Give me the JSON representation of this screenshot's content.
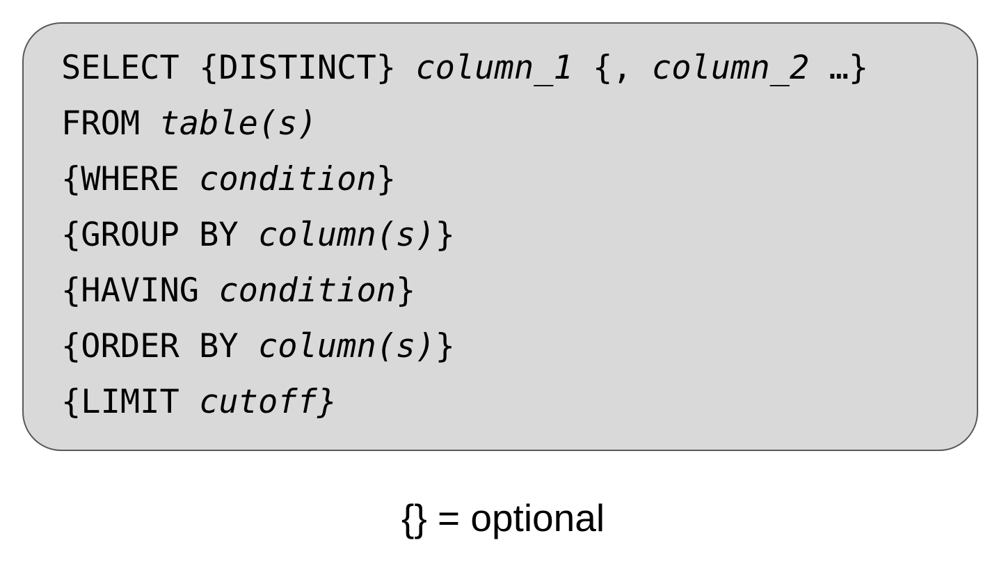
{
  "syntax": {
    "lines": [
      [
        {
          "text": "SELECT {DISTINCT} ",
          "italic": false
        },
        {
          "text": "column_1",
          "italic": true
        },
        {
          "text": " {, ",
          "italic": false
        },
        {
          "text": "column_2",
          "italic": true
        },
        {
          "text": " …}",
          "italic": false
        }
      ],
      [
        {
          "text": "FROM ",
          "italic": false
        },
        {
          "text": "table(s)",
          "italic": true
        }
      ],
      [
        {
          "text": "{WHERE ",
          "italic": false
        },
        {
          "text": "condition",
          "italic": true
        },
        {
          "text": "}",
          "italic": false
        }
      ],
      [
        {
          "text": "{GROUP BY ",
          "italic": false
        },
        {
          "text": "column(s)",
          "italic": true
        },
        {
          "text": "}",
          "italic": false
        }
      ],
      [
        {
          "text": "{HAVING ",
          "italic": false
        },
        {
          "text": "condition",
          "italic": true
        },
        {
          "text": "}",
          "italic": false
        }
      ],
      [
        {
          "text": "{ORDER BY ",
          "italic": false
        },
        {
          "text": "column(s)",
          "italic": true
        },
        {
          "text": "}",
          "italic": false
        }
      ],
      [
        {
          "text": "{LIMIT ",
          "italic": false
        },
        {
          "text": "cutoff}",
          "italic": true
        }
      ]
    ]
  },
  "legend": {
    "text": "{} = optional"
  },
  "colors": {
    "box_fill": "#d9d9d9",
    "box_border": "#595959",
    "text": "#000000"
  }
}
